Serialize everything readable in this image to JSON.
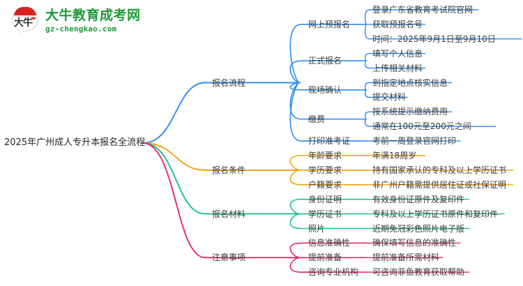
{
  "logo": {
    "mark_text": "大牛",
    "title": "大牛教育成考网",
    "url": "gz-chengkao.com",
    "brand_color": "#1a9a38",
    "cap_color": "#d9231f"
  },
  "mindmap": {
    "root": "2025年广州成人专升本报名全流程",
    "colors": {
      "branch_1": "#2d8cf0",
      "branch_2": "#f0a30a",
      "branch_3": "#1fc08a",
      "branch_4": "#e8256f"
    },
    "branches": [
      {
        "label": "报名流程",
        "color": "#2d8cf0",
        "children": [
          {
            "label": "网上预报名",
            "leaves": [
              "登录广东省教育考试院官网",
              "获取预报名号",
              "时间：2025年9月1日至9月10日"
            ]
          },
          {
            "label": "正式报名",
            "leaves": [
              "填写个人信息",
              "上传相关材料"
            ]
          },
          {
            "label": "现场确认",
            "leaves": [
              "到指定地点核实信息",
              "提交材料"
            ]
          },
          {
            "label": "缴费",
            "leaves": [
              "按系统提示缴纳费用",
              "通常在100元至200元之间"
            ]
          },
          {
            "label": "打印准考证",
            "leaves": [
              "考前一周登录官网打印"
            ]
          }
        ]
      },
      {
        "label": "报名条件",
        "color": "#f0a30a",
        "children": [
          {
            "label": "年龄要求",
            "leaves": [
              "年满18周岁"
            ]
          },
          {
            "label": "学历要求",
            "leaves": [
              "持有国家承认的专科及以上学历证书"
            ]
          },
          {
            "label": "户籍要求",
            "leaves": [
              "非广州户籍需提供居住证或社保证明"
            ]
          }
        ]
      },
      {
        "label": "报名材料",
        "color": "#1fc08a",
        "children": [
          {
            "label": "身份证明",
            "leaves": [
              "有效身份证原件及复印件"
            ]
          },
          {
            "label": "学历证书",
            "leaves": [
              "专科及以上学历证书原件和复印件"
            ]
          },
          {
            "label": "照片",
            "leaves": [
              "近期免冠彩色照片电子版"
            ]
          }
        ]
      },
      {
        "label": "注意事项",
        "color": "#e8256f",
        "children": [
          {
            "label": "信息准确性",
            "leaves": [
              "确保填写信息的准确性"
            ]
          },
          {
            "label": "提前准备",
            "leaves": [
              "提前准备所需材料"
            ]
          },
          {
            "label": "咨询专业机构",
            "leaves": [
              "可咨询菲鱼教育获取帮助"
            ]
          }
        ]
      }
    ]
  }
}
